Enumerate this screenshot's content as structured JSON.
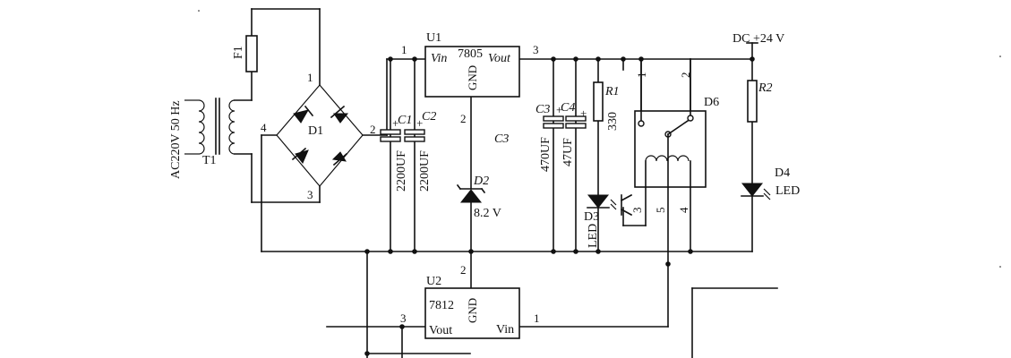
{
  "ac_source": {
    "label": "AC220V 50 Hz"
  },
  "transformer": {
    "ref": "T1"
  },
  "fuse": {
    "ref": "F1"
  },
  "bridge": {
    "ref": "D1",
    "pin1": "1",
    "pin2": "2",
    "pin3": "3",
    "pin4": "4"
  },
  "cap1": {
    "ref": "C1",
    "value": "2200UF",
    "polarity": "+"
  },
  "cap2": {
    "ref": "C2",
    "value": "2200UF",
    "polarity": "+"
  },
  "u1": {
    "ref": "U1",
    "part": "7805",
    "vin": "Vin",
    "vout": "Vout",
    "gnd": "GND",
    "pin_in": "1",
    "pin_out": "3",
    "pin_gnd": "2"
  },
  "c3_label": "C3",
  "zener": {
    "ref": "D2",
    "value": "8.2 V"
  },
  "cap3": {
    "ref": "C3",
    "value": "470UF",
    "polarity": "+"
  },
  "cap4": {
    "ref": "C4",
    "value": "47UF",
    "polarity": "+"
  },
  "r1": {
    "ref": "R1",
    "value": "330"
  },
  "d3": {
    "ref": "D3",
    "type": "LED"
  },
  "relay": {
    "ref": "D6",
    "pin1": "1",
    "pin2": "2",
    "pin3": "3",
    "pin4": "4",
    "pin5": "5"
  },
  "supply": {
    "label": "DC +24 V"
  },
  "r2": {
    "ref": "R2"
  },
  "d4": {
    "ref": "D4",
    "type": "LED"
  },
  "u2": {
    "ref": "U2",
    "part": "7812",
    "vin": "Vin",
    "vout": "Vout",
    "gnd": "GND",
    "pin_in": "1",
    "pin_out": "3",
    "pin_gnd": "2"
  }
}
